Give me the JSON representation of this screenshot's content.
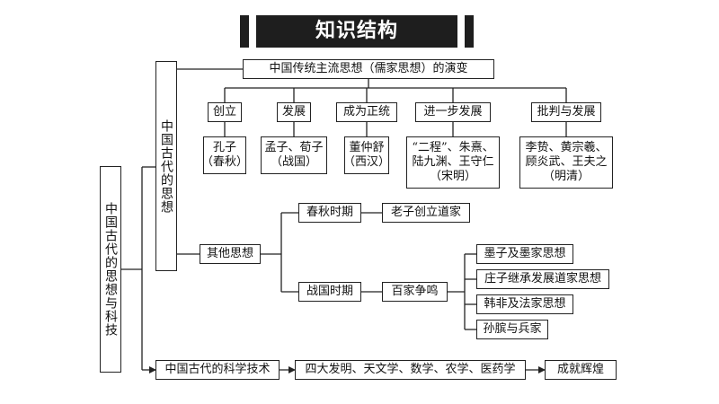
{
  "title": "知识结构",
  "root": "中国古代的思想与科技",
  "thought": {
    "label": "中国古代的思想",
    "confucian": {
      "label": "中国传统主流思想（儒家思想）的演变",
      "stages": [
        {
          "stage": "创立",
          "people": [
            "孔子",
            "（春秋）"
          ]
        },
        {
          "stage": "发展",
          "people": [
            "孟子、荀子",
            "（战国）"
          ]
        },
        {
          "stage": "成为正统",
          "people": [
            "董仲舒",
            "（西汉）"
          ]
        },
        {
          "stage": "进一步发展",
          "people": [
            "“二程”、朱熹、",
            "陆九渊、王守仁",
            "（宋明）"
          ]
        },
        {
          "stage": "批判与发展",
          "people": [
            "李贽、黄宗羲、",
            "顾炎武、王夫之",
            "（明清）"
          ]
        }
      ]
    },
    "other": {
      "label": "其他思想",
      "chunqiu": {
        "label": "春秋时期",
        "item": "老子创立道家"
      },
      "zhanguo": {
        "label": "战国时期",
        "hub": "百家争鸣",
        "items": [
          "墨子及墨家思想",
          "庄子继承发展道家思想",
          "韩非及法家思想",
          "孙膑与兵家"
        ]
      }
    }
  },
  "science": {
    "label": "中国古代的科学技术",
    "content": "四大发明、天文学、数学、农学、医药学",
    "result": "成就辉煌"
  }
}
